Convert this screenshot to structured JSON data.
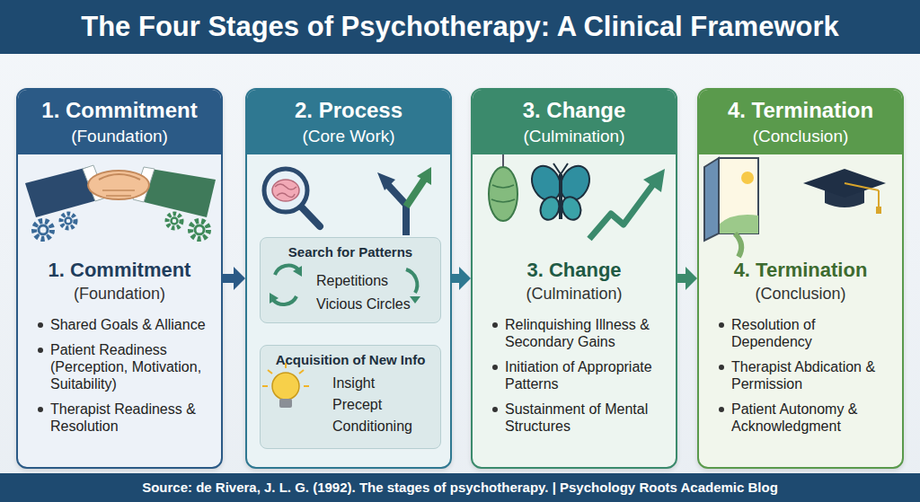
{
  "diagram": {
    "title": "The Four Stages of Psychotherapy: A Clinical Framework",
    "caption": "Source: de Rivera, J. L. G. (1992). The stages of psychotherapy. | Psychology Roots Academic Blog",
    "nodes": [
      {
        "text": [
          "1. Commitment",
          "(Foundation)",
          "1. Commitment",
          "(Foundation)",
          "Shared Goals & Alliance",
          "Patient Readiness (Perception, Motivation, Suitability)",
          "Therapist Readiness & Resolution"
        ]
      },
      {
        "text": [
          "2. Process",
          "(Core Work)"
        ]
      },
      {
        "text": [
          "Search for Patterns",
          "Repetitions",
          "Vicious Circles"
        ],
        "in": 1
      },
      {
        "text": [
          "Acquisition of New Info",
          "Insight",
          "Precept",
          "Conditioning"
        ],
        "in": 1
      },
      {
        "text": [
          "3. Change",
          "(Culmination)",
          "3. Change",
          "(Culmination)",
          "Relinquishing Illness & Secondary Gains",
          "Initiation of Appropriate Patterns",
          "Sustainment of Mental Structures"
        ]
      },
      {
        "text": [
          "4. Termination",
          "(Conclusion)",
          "4. Termination",
          "(Conclusion)",
          "Resolution of Dependency",
          "Therapist Abdication & Permission",
          "Patient Autonomy & Acknowledgment"
        ]
      }
    ],
    "edges": [
      {
        "from": 0,
        "to": 1,
        "arrow": "to"
      },
      {
        "from": 1,
        "to": 4,
        "arrow": "to"
      },
      {
        "from": 4,
        "to": 5,
        "arrow": "to"
      }
    ]
  }
}
